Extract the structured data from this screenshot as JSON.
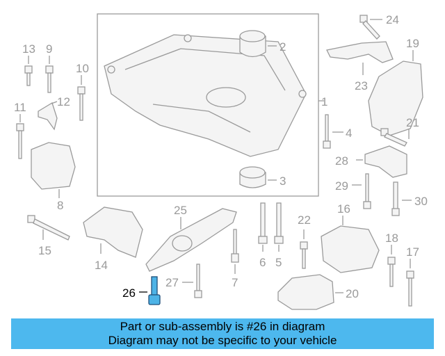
{
  "diagram": {
    "highlighted_part": "26",
    "part_numbers": [
      "1",
      "2",
      "3",
      "4",
      "5",
      "6",
      "7",
      "8",
      "9",
      "10",
      "11",
      "12",
      "13",
      "14",
      "15",
      "16",
      "17",
      "18",
      "19",
      "20",
      "21",
      "22",
      "23",
      "24",
      "25",
      "26",
      "27",
      "28",
      "29",
      "30"
    ]
  },
  "banner": {
    "line1": "Part or sub-assembly is #26 in diagram",
    "line2": "Diagram may not be specific to your vehicle"
  },
  "colors": {
    "banner_bg": "#4db8ee",
    "highlight_part": "#4db3e6",
    "line_art": "#9a9a9a"
  }
}
